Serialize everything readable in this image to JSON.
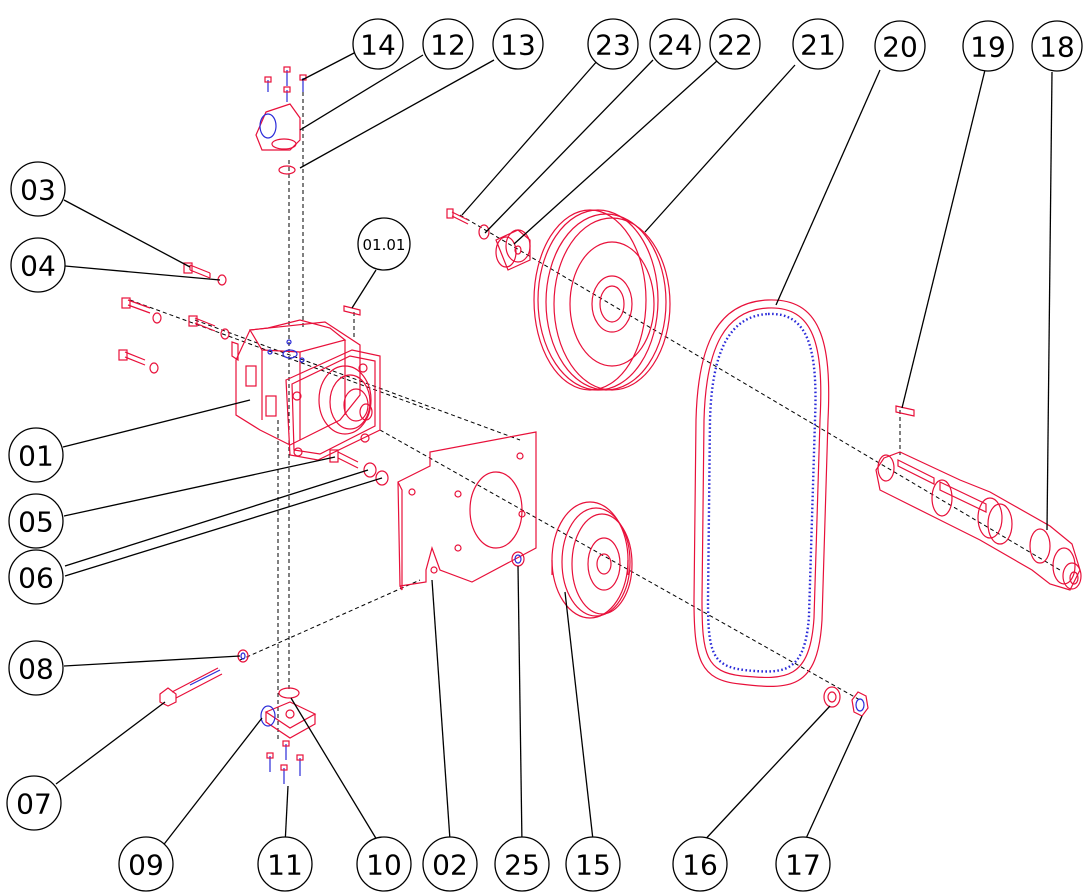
{
  "diagram": {
    "colors": {
      "part_outline": "#e8103a",
      "fastener": "#2b2bd9",
      "balloon": "#000000",
      "background": "#ffffff"
    },
    "balloons": [
      {
        "id": "b14",
        "label": "14"
      },
      {
        "id": "b12",
        "label": "12"
      },
      {
        "id": "b13",
        "label": "13"
      },
      {
        "id": "b23",
        "label": "23"
      },
      {
        "id": "b24",
        "label": "24"
      },
      {
        "id": "b22",
        "label": "22"
      },
      {
        "id": "b21",
        "label": "21"
      },
      {
        "id": "b20",
        "label": "20"
      },
      {
        "id": "b19",
        "label": "19"
      },
      {
        "id": "b18",
        "label": "18"
      },
      {
        "id": "b03",
        "label": "03"
      },
      {
        "id": "b04",
        "label": "04"
      },
      {
        "id": "b0101",
        "label": "01.01"
      },
      {
        "id": "b01",
        "label": "01"
      },
      {
        "id": "b05",
        "label": "05"
      },
      {
        "id": "b06",
        "label": "06"
      },
      {
        "id": "b08",
        "label": "08"
      },
      {
        "id": "b07",
        "label": "07"
      },
      {
        "id": "b09",
        "label": "09"
      },
      {
        "id": "b11",
        "label": "11"
      },
      {
        "id": "b10",
        "label": "10"
      },
      {
        "id": "b02",
        "label": "02"
      },
      {
        "id": "b25",
        "label": "25"
      },
      {
        "id": "b15",
        "label": "15"
      },
      {
        "id": "b16",
        "label": "16"
      },
      {
        "id": "b17",
        "label": "17"
      }
    ]
  }
}
